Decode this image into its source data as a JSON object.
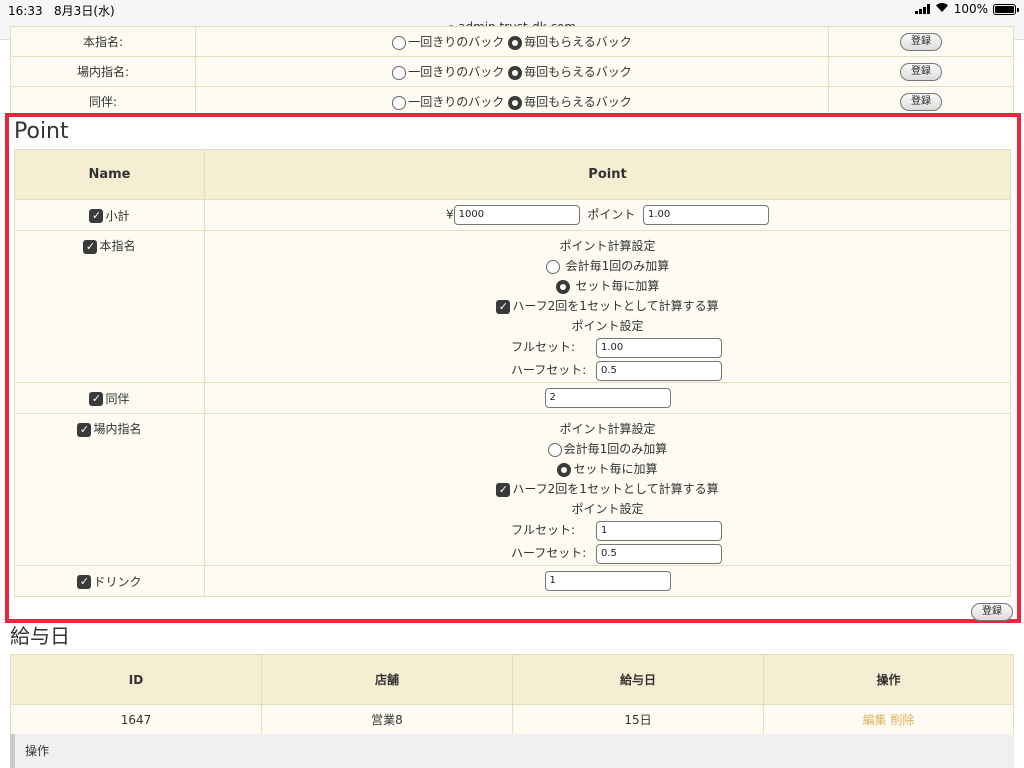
{
  "status": {
    "time": "16:33",
    "date": "8月3日(水)",
    "url": "admin.trust-dk.com",
    "battery": "100%"
  },
  "top_rows": [
    {
      "label": "本指名:",
      "opt1": "一回きりのバック",
      "opt2": "毎回もらえるバック",
      "button": "登録"
    },
    {
      "label": "場内指名:",
      "opt1": "一回きりのバック",
      "opt2": "毎回もらえるバック",
      "button": "登録"
    },
    {
      "label": "同伴:",
      "opt1": "一回きりのバック",
      "opt2": "毎回もらえるバック",
      "button": "登録"
    }
  ],
  "point": {
    "title": "Point",
    "col_name": "Name",
    "col_point": "Point",
    "subtotal": {
      "label": "小計",
      "currency": "¥",
      "amount": "1000",
      "point_label": "ポイント",
      "point": "1.00"
    },
    "hon": {
      "label": "本指名",
      "calc_title": "ポイント計算設定",
      "opt1": "会計毎1回のみ加算",
      "opt2": "セット毎に加算",
      "half": "ハーフ2回を1セットとして計算する算",
      "set_title": "ポイント設定",
      "full_label": "フルセット:",
      "full": "1.00",
      "half_label": "ハーフセット:",
      "half_value": "0.5"
    },
    "douhan": {
      "label": "同伴",
      "value": "2"
    },
    "jounai": {
      "label": "場内指名",
      "calc_title": "ポイント計算設定",
      "opt1": "会計毎1回のみ加算",
      "opt2": "セット毎に加算",
      "half": "ハーフ2回を1セットとして計算する算",
      "set_title": "ポイント設定",
      "full_label": "フルセット:",
      "full": "1",
      "half_label": "ハーフセット:",
      "half_value": "0.5"
    },
    "drink": {
      "label": "ドリンク",
      "value": "1"
    },
    "register": "登録"
  },
  "payday": {
    "title": "給与日",
    "headers": [
      "ID",
      "店舗",
      "給与日",
      "操作"
    ],
    "row": {
      "id": "1647",
      "store": "営業8",
      "day": "15日",
      "edit": "編集",
      "delete": "削除"
    },
    "ops": "操作"
  }
}
